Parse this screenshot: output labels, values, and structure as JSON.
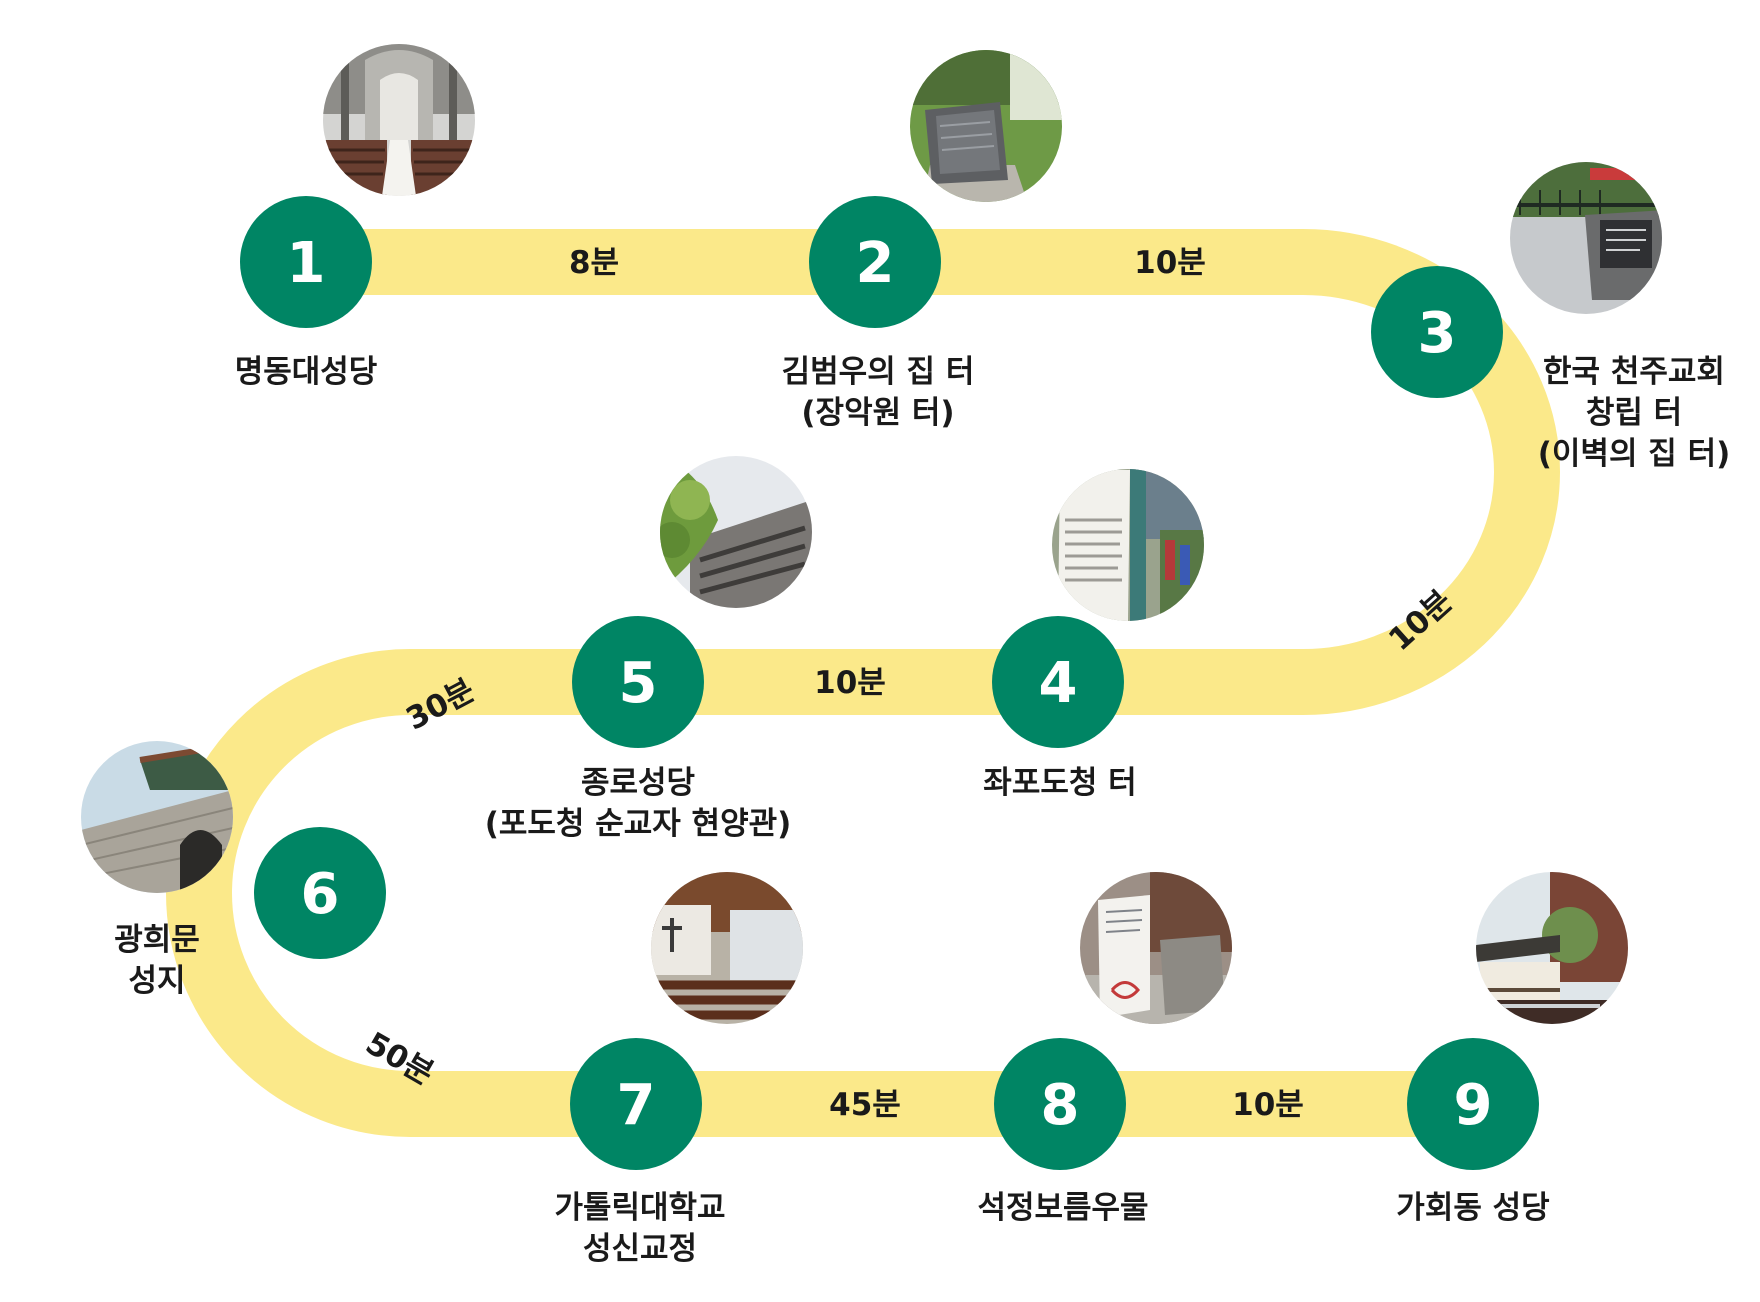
{
  "colors": {
    "path": "#fbe98a",
    "marker": "#008564",
    "marker_text": "#ffffff",
    "label_text": "#1a1a1a"
  },
  "stops": [
    {
      "number": "1",
      "label_lines": [
        "명동대성당"
      ],
      "photo": "cathedral-interior"
    },
    {
      "number": "2",
      "label_lines": [
        "김범우의 집 터",
        "(장악원 터)"
      ],
      "photo": "stone-monument-on-grass"
    },
    {
      "number": "3",
      "label_lines": [
        "한국 천주교회",
        "창립 터",
        "(이벽의 집 터)"
      ],
      "photo": "stone-plaque-by-railing"
    },
    {
      "number": "4",
      "label_lines": [
        "좌포도청 터"
      ],
      "photo": "info-signboard-street"
    },
    {
      "number": "5",
      "label_lines": [
        "종로성당",
        "(포도청 순교자 현양관)"
      ],
      "photo": "building-with-tree"
    },
    {
      "number": "6",
      "label_lines": [
        "광희문",
        "성지"
      ],
      "photo": "fortress-gate"
    },
    {
      "number": "7",
      "label_lines": [
        "가톨릭대학교",
        "성신교정"
      ],
      "photo": "chapel-interior"
    },
    {
      "number": "8",
      "label_lines": [
        "석정보름우물"
      ],
      "photo": "well-and-sign"
    },
    {
      "number": "9",
      "label_lines": [
        "가회동 성당"
      ],
      "photo": "hanok-church"
    }
  ],
  "segments": [
    {
      "from": "1",
      "to": "2",
      "duration": "8분"
    },
    {
      "from": "2",
      "to": "3",
      "duration": "10분"
    },
    {
      "from": "3",
      "to": "4",
      "duration": "10분"
    },
    {
      "from": "4",
      "to": "5",
      "duration": "10분"
    },
    {
      "from": "5",
      "to": "6",
      "duration": "30분"
    },
    {
      "from": "6",
      "to": "7",
      "duration": "50분"
    },
    {
      "from": "7",
      "to": "8",
      "duration": "45분"
    },
    {
      "from": "8",
      "to": "9",
      "duration": "10분"
    }
  ]
}
